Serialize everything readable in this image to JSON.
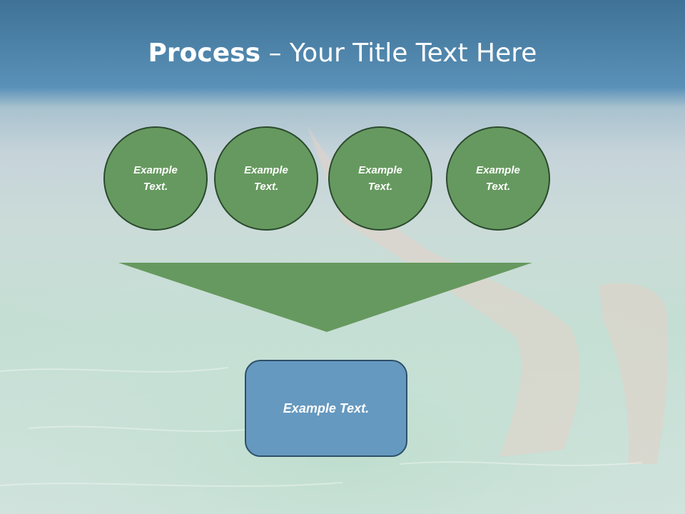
{
  "slide": {
    "title_bold": "Process",
    "title_rest": " – Your Title Text Here"
  },
  "steps": [
    {
      "label": "Example Text."
    },
    {
      "label": "Example Text."
    },
    {
      "label": "Example Text."
    },
    {
      "label": "Example Text."
    }
  ],
  "result": {
    "label": "Example Text."
  },
  "colors": {
    "circle_fill": "#66995f",
    "funnel_fill": "#66995f",
    "result_fill": "#6699bf",
    "header_band": "#4a86b0"
  }
}
